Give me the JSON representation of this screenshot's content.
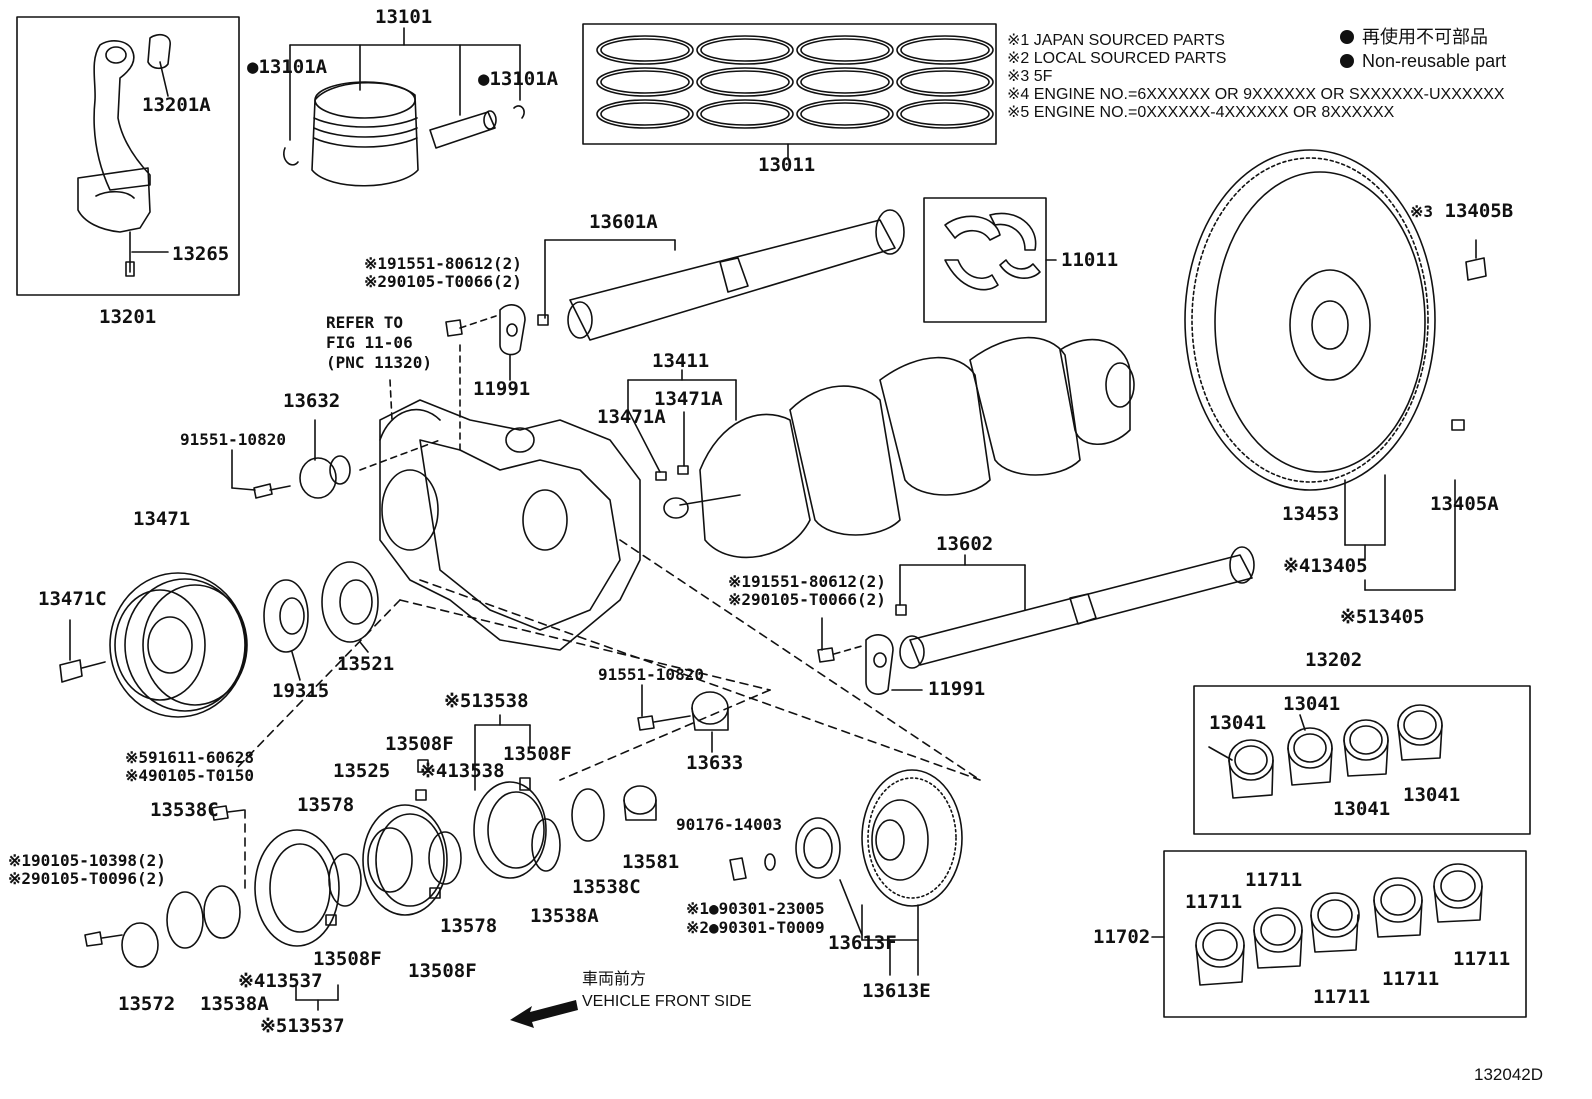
{
  "notes": {
    "n1": "※1 JAPAN SOURCED PARTS",
    "n2": "※2 LOCAL SOURCED PARTS",
    "n3": "※3 5F",
    "n4": "※4 ENGINE NO.=6XXXXXX OR 9XXXXXX OR SXXXXXX-UXXXXXX",
    "n5": "※5 ENGINE NO.=0XXXXXX-4XXXXXX OR 8XXXXXX"
  },
  "legend": {
    "jp": "再使用不可部品",
    "en": "Non-reusable part"
  },
  "direction": {
    "jp": "車両前方",
    "en": "VEHICLE FRONT SIDE"
  },
  "refer": {
    "l1": "REFER TO",
    "l2": "FIG 11-06",
    "l3": "(PNC 11320)"
  },
  "figure_id": "132042D",
  "parts": {
    "p13101": "13101",
    "p13101A_l": "13101A",
    "p13101A_r": "13101A",
    "p13201A": "13201A",
    "p13265": "13265",
    "p13201": "13201",
    "p13011": "13011",
    "p13601A": "13601A",
    "p11011": "11011",
    "p13405B": "13405B",
    "p13405B_pre": "※3",
    "p91551_80612_a": "※191551-80612(2)",
    "p90105_T0066_a": "※290105-T0066(2)",
    "p11991_a": "11991",
    "p13411": "13411",
    "p13471A_l": "13471A",
    "p13471A_r": "13471A",
    "p13632": "13632",
    "p91551_10820_a": "91551-10820",
    "p13471": "13471",
    "p13471C": "13471C",
    "p19315": "19315",
    "p13521": "13521",
    "p13453": "13453",
    "p13405A": "13405A",
    "p13405_4": "※413405",
    "p13405_5": "※513405",
    "p13602": "13602",
    "p91551_80612_b": "※191551-80612(2)",
    "p90105_T0066_b": "※290105-T0066(2)",
    "p11991_b": "11991",
    "p13202": "13202",
    "p13041_a": "13041",
    "p13041_b": "13041",
    "p13041_c": "13041",
    "p13041_d": "13041",
    "p91551_10820_b": "91551-10820",
    "p13633": "13633",
    "p13538_5": "※513538",
    "p13508F_a": "13508F",
    "p13508F_b": "13508F",
    "p13538_4": "※413538",
    "p91611_60628": "※591611-60628",
    "p90105_T0150": "※490105-T0150",
    "p13525": "13525",
    "p13578_a": "13578",
    "p13538C_a": "13538C",
    "p90105_10398": "※190105-10398(2)",
    "p90105_T0096": "※290105-T0096(2)",
    "p90176_14003": "90176-14003",
    "p13581": "13581",
    "p13538C_b": "13538C",
    "p13538A_a": "13538A",
    "p13578_b": "13578",
    "p13508F_c": "13508F",
    "p13508F_d": "13508F",
    "p90301_23005": "※1●90301-23005",
    "p90301_T0009": "※2●90301-T0009",
    "p13613F": "13613F",
    "p13613E": "13613E",
    "p13572": "13572",
    "p13538A_b": "13538A",
    "p13537_4": "※413537",
    "p13537_5": "※513537",
    "p11702": "11702",
    "p11711_a": "11711",
    "p11711_b": "11711",
    "p11711_c": "11711",
    "p11711_d": "11711",
    "p11711_e": "11711"
  }
}
